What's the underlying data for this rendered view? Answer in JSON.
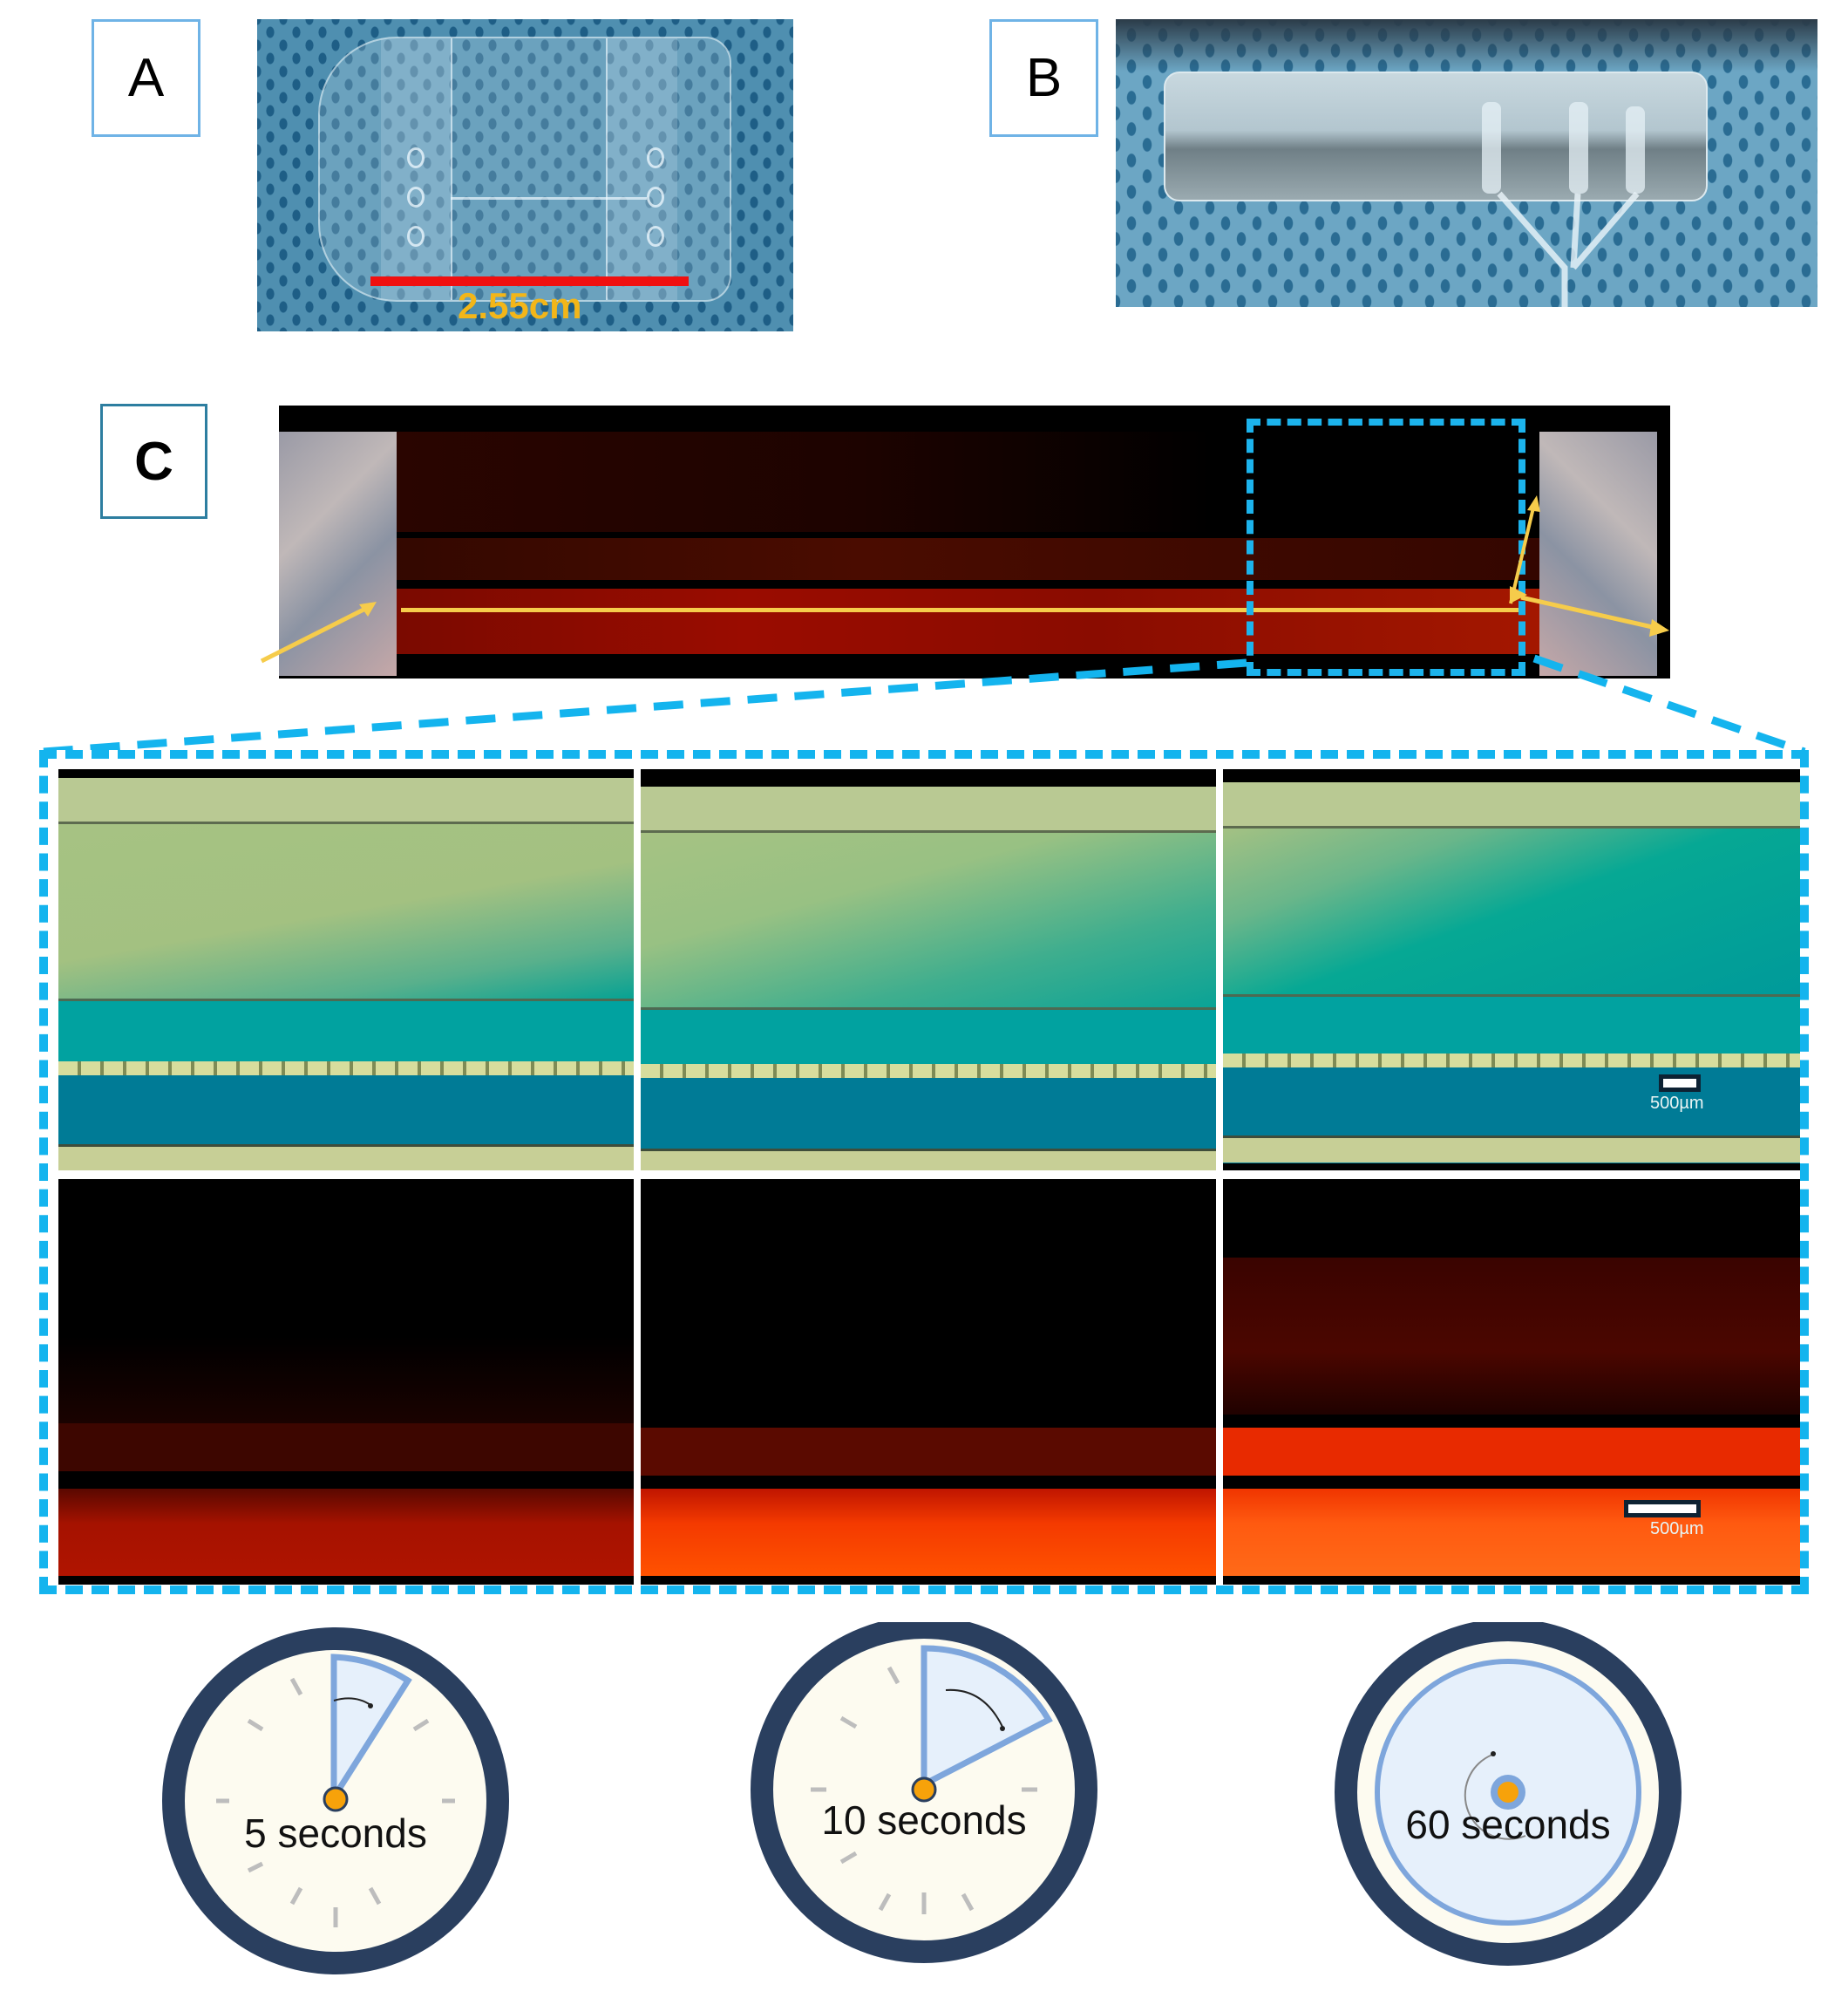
{
  "panels": {
    "A": {
      "label": "A",
      "scale_bar_text": "2.55cm",
      "colors": {
        "scale_bar": "#f01010",
        "scale_text": "#f3b618"
      }
    },
    "B": {
      "label": "B"
    },
    "C": {
      "label": "C",
      "highlight_color": "#14b4ee",
      "arrow_color": "#f6cc4b"
    }
  },
  "zoom_grid": {
    "columns": [
      {
        "time": "5 seconds",
        "brightfield_scale": "",
        "fluorescence_scale": ""
      },
      {
        "time": "10 seconds",
        "brightfield_scale": "",
        "fluorescence_scale": ""
      },
      {
        "time": "60 seconds",
        "brightfield_scale": "500µm",
        "fluorescence_scale": "500µm"
      }
    ]
  },
  "clocks": [
    {
      "label": "5 seconds",
      "sweep_deg": 30
    },
    {
      "label": "10 seconds",
      "sweep_deg": 60
    },
    {
      "label": "60 seconds",
      "sweep_deg": 360
    }
  ],
  "colors": {
    "clock_ring": "#2a3f5f",
    "clock_face": "#fdfbf0",
    "sweep_fill": "#e6f0fb",
    "sweep_stroke": "#7ea6dc",
    "hub": "#f7a20a"
  }
}
